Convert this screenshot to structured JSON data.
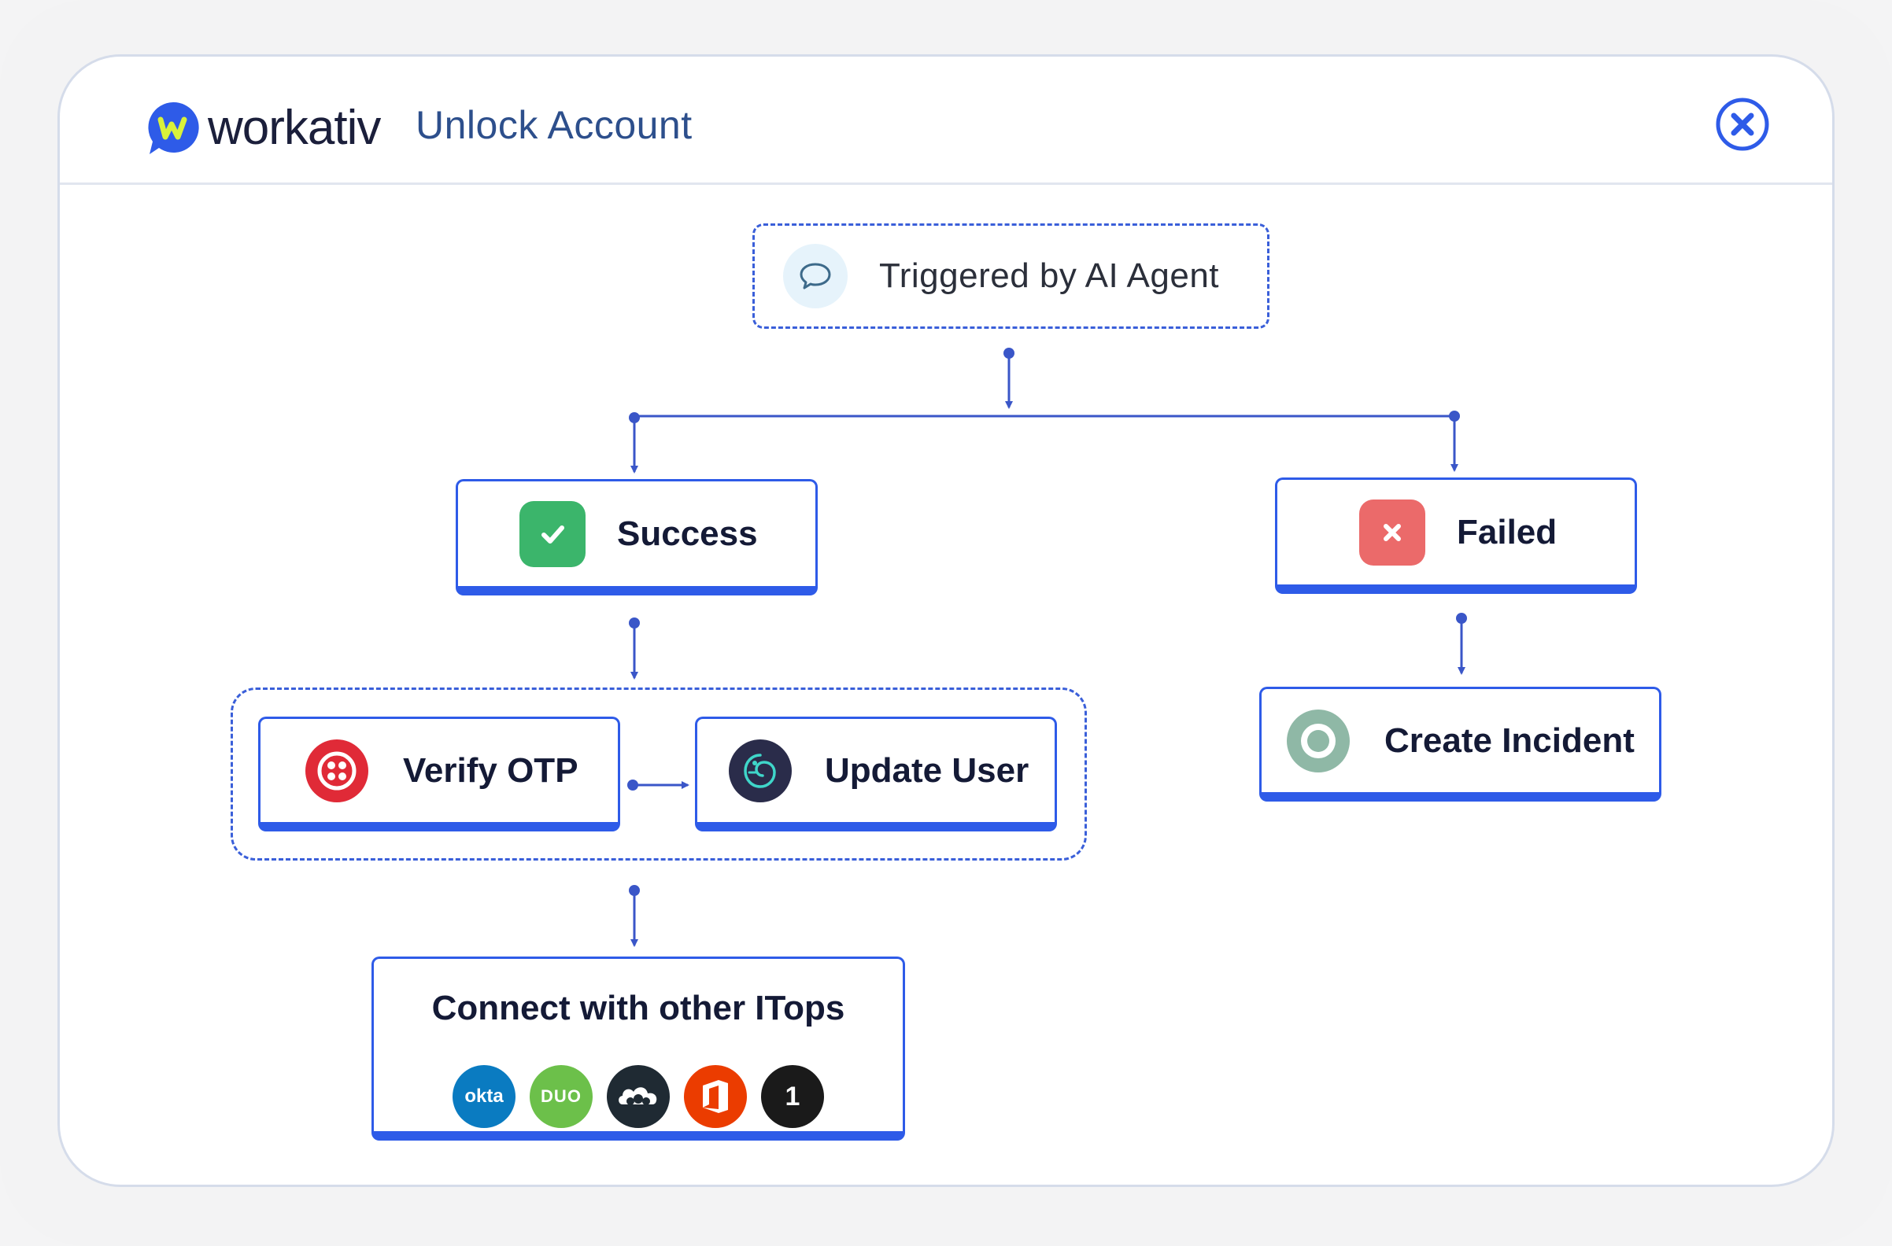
{
  "header": {
    "logo_text": "workativ",
    "title": "Unlock Account",
    "close_icon": "close-circle-icon"
  },
  "flow": {
    "trigger": {
      "label": "Triggered by AI Agent",
      "icon": "chat-bubble-icon"
    },
    "success": {
      "label": "Success",
      "icon": "checkmark-icon"
    },
    "failed": {
      "label": "Failed",
      "icon": "x-mark-icon"
    },
    "verify_otp": {
      "label": "Verify OTP",
      "icon": "twilio-icon"
    },
    "update_user": {
      "label": "Update User",
      "icon": "chameleon-icon"
    },
    "create_incident": {
      "label": "Create Incident",
      "icon": "incident-ring-icon"
    },
    "connect": {
      "label": "Connect with other ITops",
      "apps": [
        {
          "name": "okta",
          "text": "okta",
          "color": "#0a7bc1"
        },
        {
          "name": "duo",
          "text": "DUO",
          "color": "#6cc04a"
        },
        {
          "name": "cloud-people",
          "text": "",
          "color": "#1f2a33"
        },
        {
          "name": "office",
          "text": "",
          "color": "#eb3c00"
        },
        {
          "name": "onepassword",
          "text": "1",
          "color": "#1a1a1a"
        }
      ]
    }
  },
  "colors": {
    "accent": "#2e5be8",
    "connector": "#3a56c8",
    "success": "#3bb56b",
    "failed": "#eb6a6a"
  }
}
